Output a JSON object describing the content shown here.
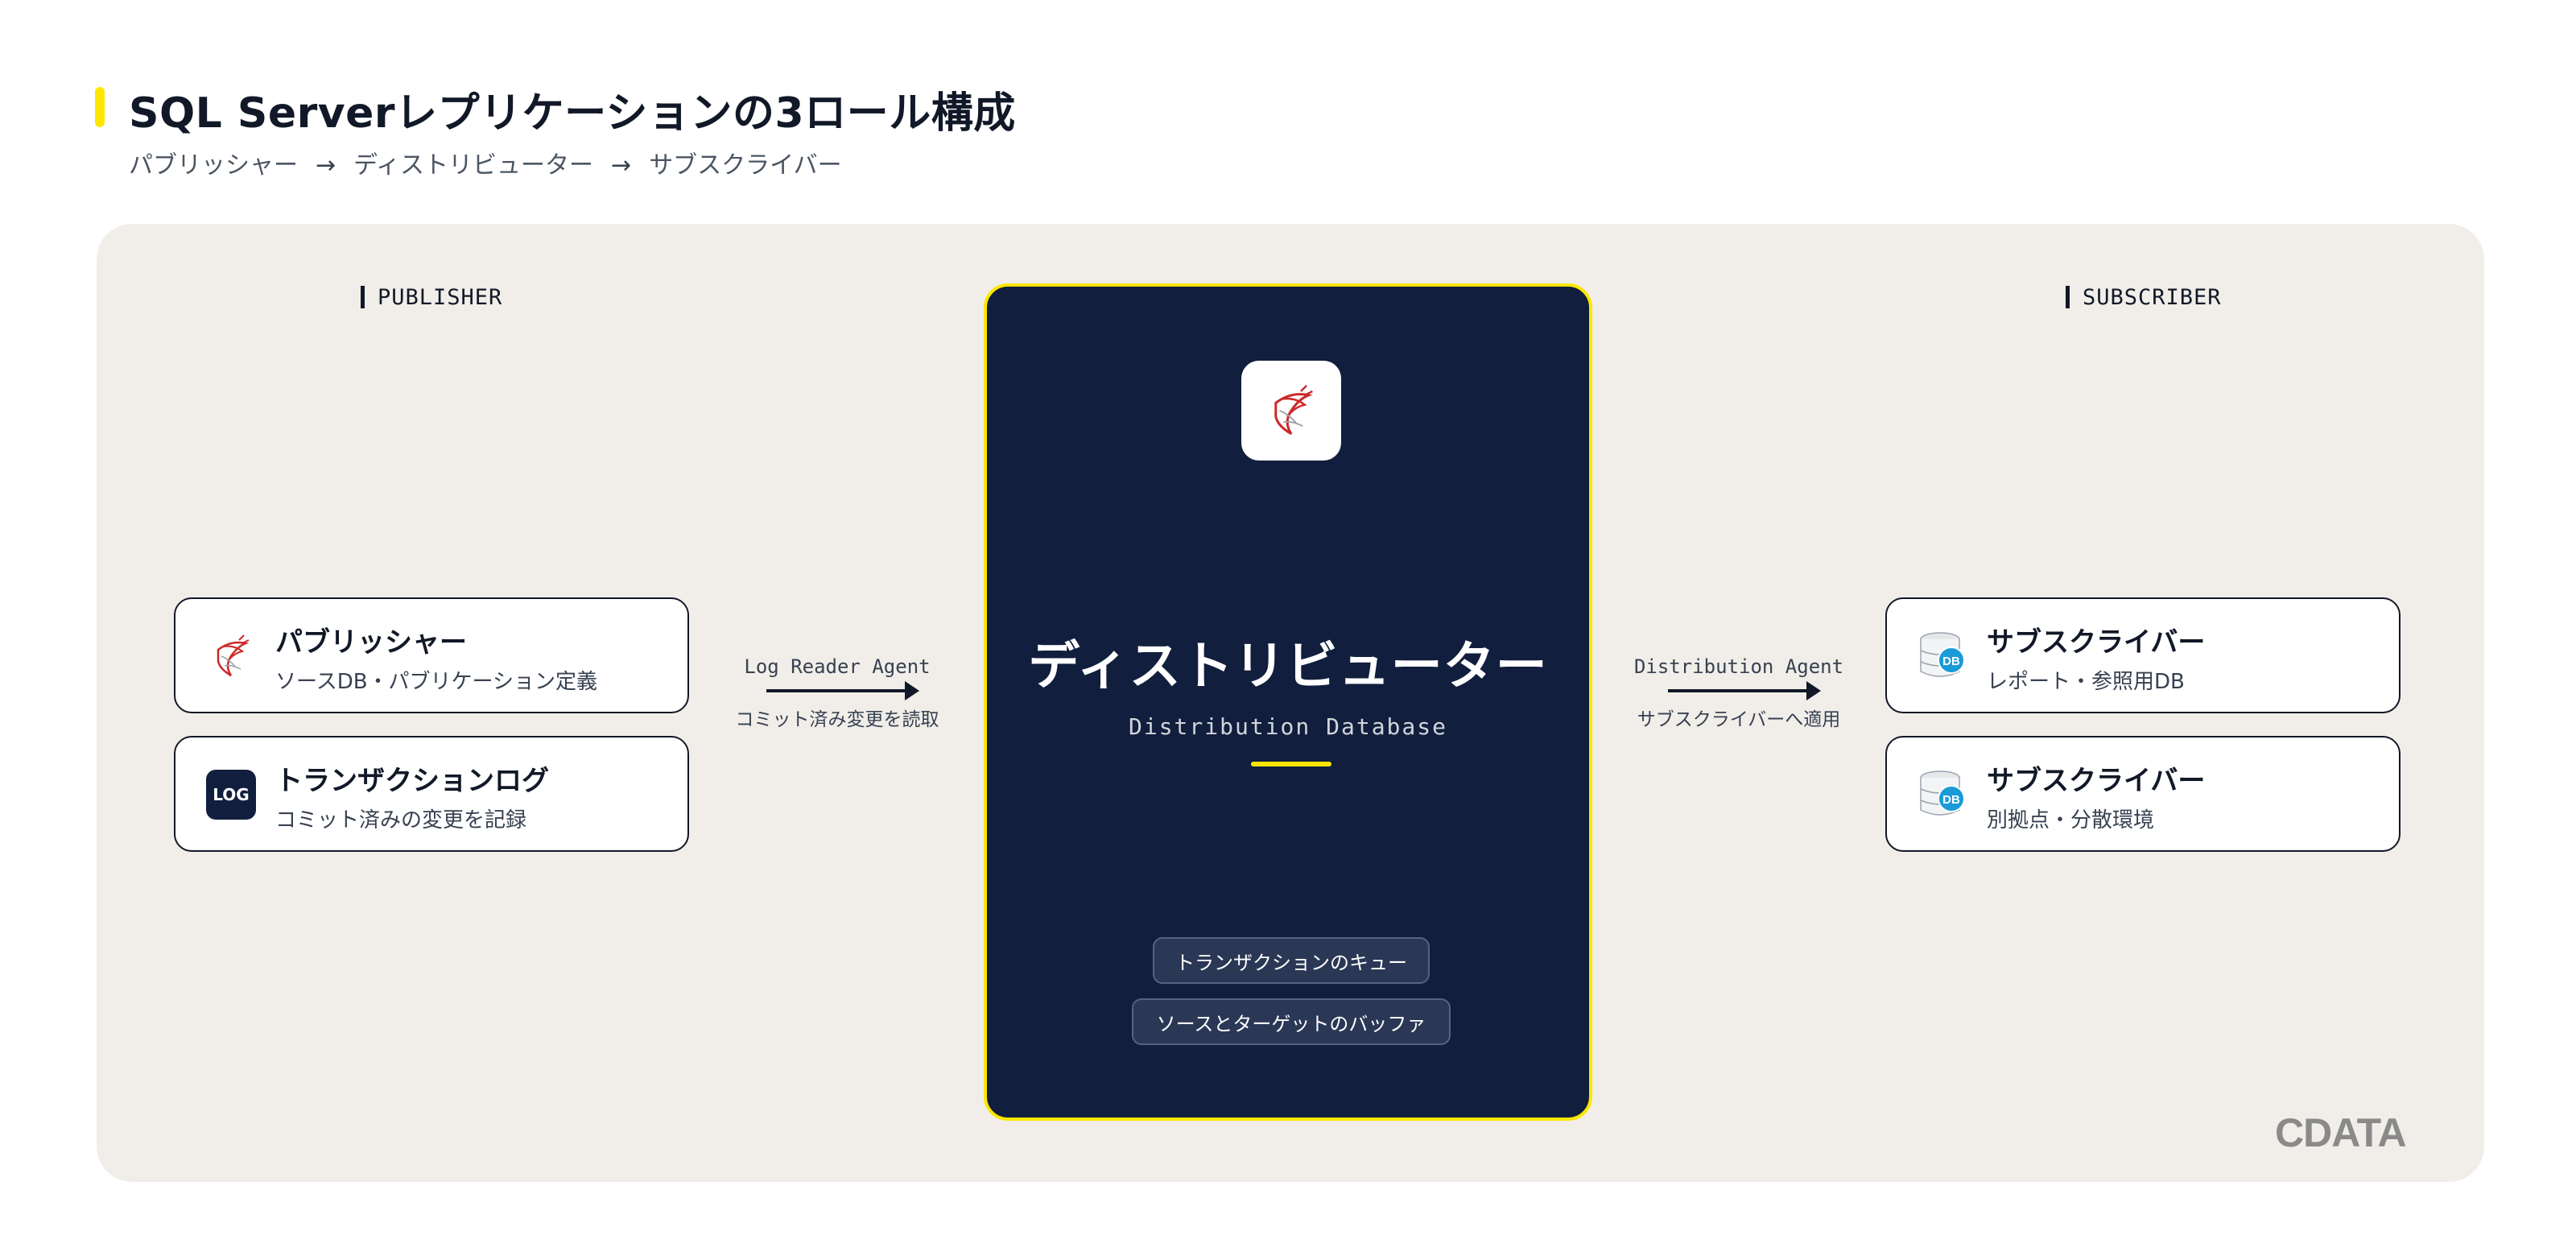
{
  "header": {
    "title": "SQL Serverレプリケーションの3ロール構成",
    "flow": [
      "パブリッシャー",
      "ディストリビューター",
      "サブスクライバー"
    ],
    "flow_arrow": "→"
  },
  "publisher": {
    "label": "PUBLISHER",
    "cards": [
      {
        "title": "パブリッシャー",
        "subtitle": "ソースDB・パブリケーション定義",
        "icon": "sql-server-icon"
      },
      {
        "title": "トランザクションログ",
        "subtitle": "コミット済みの変更を記録",
        "icon": "log-icon",
        "badge": "LOG"
      }
    ]
  },
  "connector_left": {
    "agent": "Log Reader Agent",
    "description": "コミット済み変更を読取"
  },
  "distributor": {
    "title": "ディストリビューター",
    "subtitle": "Distribution Database",
    "icon": "sql-server-icon",
    "chips": [
      "トランザクションのキュー",
      "ソースとターゲットのバッファ"
    ]
  },
  "connector_right": {
    "agent": "Distribution Agent",
    "description": "サブスクライバーへ適用"
  },
  "subscriber": {
    "label": "SUBSCRIBER",
    "cards": [
      {
        "title": "サブスクライバー",
        "subtitle": "レポート・参照用DB",
        "icon": "database-icon",
        "badge": "DB"
      },
      {
        "title": "サブスクライバー",
        "subtitle": "別拠点・分散環境",
        "icon": "database-icon",
        "badge": "DB"
      }
    ]
  },
  "brand": {
    "name": "CDATA",
    "icon": "cdata-logo"
  },
  "colors": {
    "accent": "#FFE600",
    "navy": "#111E3D",
    "panel": "#F1EEE9",
    "sql_red": "#CC2927",
    "db_blue": "#1A9BD7"
  }
}
